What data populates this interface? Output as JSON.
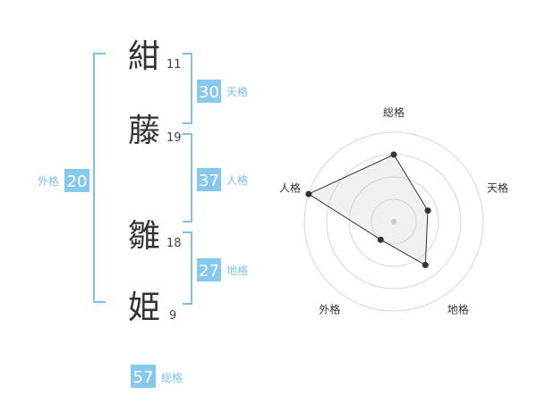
{
  "name_chars": [
    {
      "char": "紺",
      "strokes": "11"
    },
    {
      "char": "藤",
      "strokes": "19"
    },
    {
      "char": "雛",
      "strokes": "18"
    },
    {
      "char": "姫",
      "strokes": "9"
    }
  ],
  "badges": {
    "tenkaku": {
      "value": "30",
      "label": "天格"
    },
    "jinkaku": {
      "value": "37",
      "label": "人格"
    },
    "chikaku": {
      "value": "27",
      "label": "地格"
    },
    "gaikaku": {
      "value": "20",
      "label": "外格"
    },
    "soukaku": {
      "value": "57",
      "label": "総格"
    }
  },
  "colors": {
    "accent": "#86c9ef",
    "label": "#7fc1e8",
    "text": "#333333"
  },
  "chart_data": {
    "type": "radar",
    "axes": [
      "総格",
      "天格",
      "地格",
      "外格",
      "人格"
    ],
    "values": [
      0.75,
      0.4,
      0.6,
      0.25,
      1.0
    ],
    "rings": 4,
    "max": 1.0
  }
}
